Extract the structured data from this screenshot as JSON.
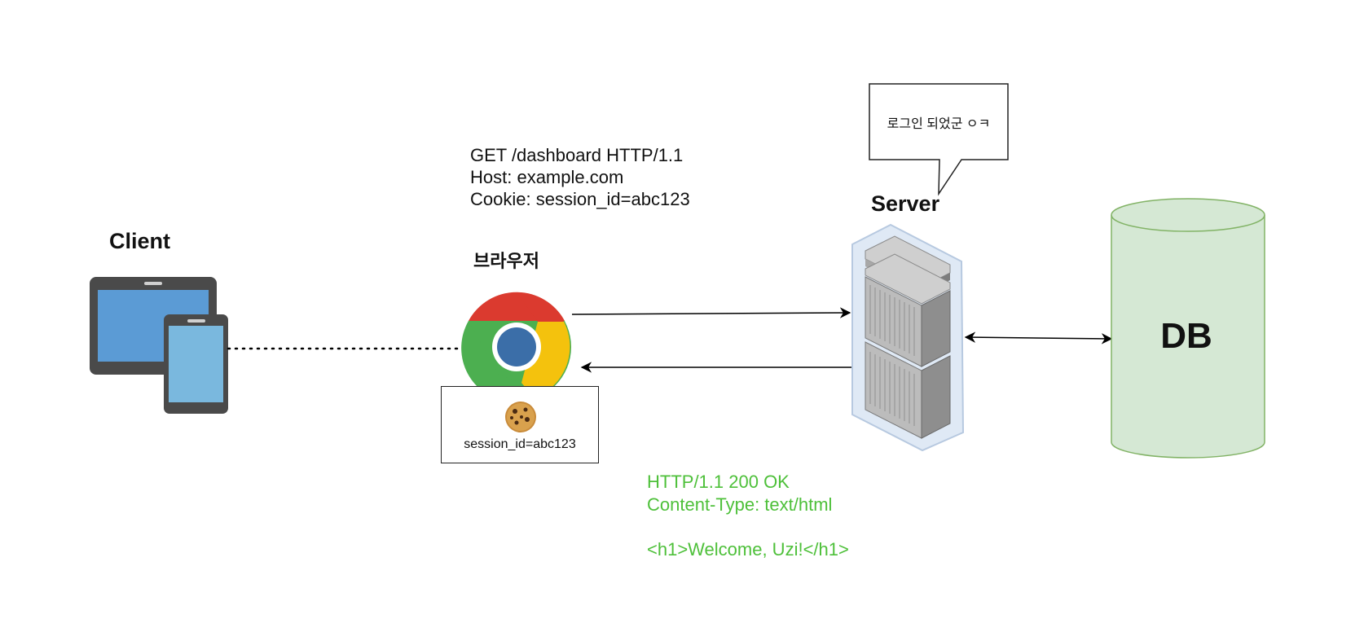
{
  "client": {
    "label": "Client",
    "icon": "tablet-and-phone-icon"
  },
  "browser": {
    "label": "브라우저",
    "icon": "chrome-icon"
  },
  "cookie": {
    "icon": "cookie-icon",
    "text": "session_id=abc123"
  },
  "request": {
    "lines": [
      "GET /dashboard HTTP/1.1",
      "Host: example.com",
      "Cookie: session_id=abc123"
    ]
  },
  "response": {
    "color": "#4ec03a",
    "lines": [
      "HTTP/1.1 200 OK",
      "Content-Type: text/html",
      "",
      "<h1>Welcome, Uzi!</h1>"
    ]
  },
  "server": {
    "label": "Server",
    "icon": "server-rack-icon",
    "speech": "로그인 되었군 ㅇㅋ"
  },
  "db": {
    "label": "DB",
    "fill": "#d5e8d4",
    "stroke": "#82b366"
  }
}
